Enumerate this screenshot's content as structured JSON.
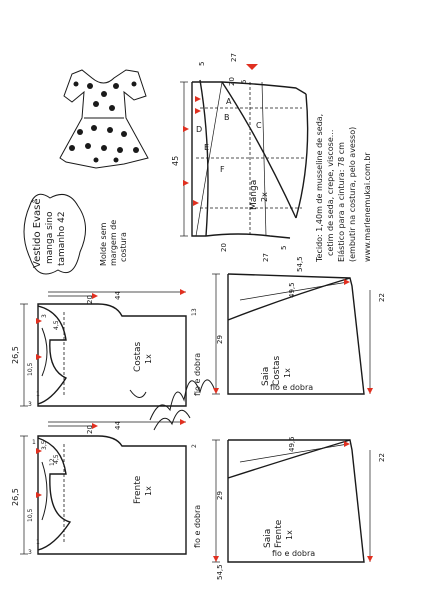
{
  "title": {
    "line1": "Vestido Evasê",
    "line2": "manga sino",
    "line3": "tamanho 42"
  },
  "pattern_note": {
    "line1": "Molde sem",
    "line2": "margem de",
    "line3": "costura"
  },
  "fabric_notes": {
    "line1": "Tecido: 1,40m de musseline de seda,",
    "line2": "cetim de seda, crepe, viscose...",
    "line3": "Elástico para a cintura: 78 cm",
    "line4": "(embutir na costura, pelo avesso)",
    "website": "www.marlenemukai.com.br"
  },
  "sleeve": {
    "label": "Manga",
    "qty": "2x",
    "a": "A",
    "b": "B",
    "c": "C",
    "d": "D",
    "e": "E",
    "f": "F",
    "dim_top_left": "5",
    "dim_top_right": "27",
    "dim_right_top": "20",
    "dim_right_mid": "5",
    "dim_left": "45",
    "dim_bottom_left": "20",
    "dim_bottom_right": "27",
    "dim_bottom_5": "5"
  },
  "back_bodice": {
    "label": "Costas",
    "qty": "1x",
    "fold": "fio e dobra",
    "w_top": "20",
    "w_total": "44",
    "h_total": "26,5",
    "neck_w": "10,5",
    "neck_h": "3",
    "shoulder": "4,5",
    "side": "13",
    "d_3": "3",
    "d_1": "1"
  },
  "front_bodice": {
    "label": "Frente",
    "qty": "1x",
    "fold": "fio e dobra",
    "w_top": "20",
    "w_total": "44",
    "h_total": "26,5",
    "neck_w": "10,5",
    "neck_h": "3,5",
    "shoulder": "4,5",
    "side": "2",
    "d_3": "3",
    "d_1": "1",
    "d_12": "12",
    "d_1b": "1"
  },
  "back_skirt": {
    "label": "Saia",
    "label2": "Costas",
    "qty": "1x",
    "fold": "fio e dobra",
    "length": "54,5",
    "waist": "29",
    "hem": "49,5",
    "side": "22"
  },
  "front_skirt": {
    "label": "Saia",
    "label2": "Frente",
    "qty": "1x",
    "fold": "fio e dobra",
    "length": "54,5",
    "waist": "29",
    "hem": "49,5",
    "side": "22"
  },
  "colors": {
    "ink": "#1a1a1a",
    "arrow": "#e03020",
    "paper": "#ffffff"
  }
}
